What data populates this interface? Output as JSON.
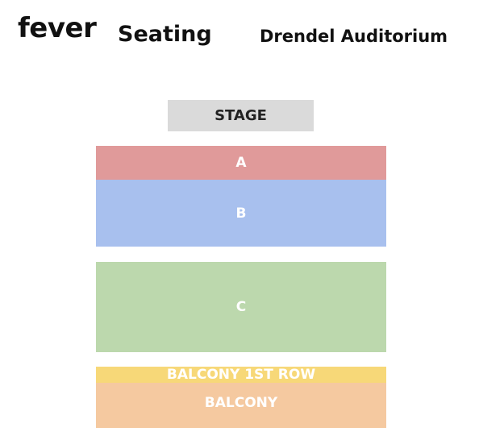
{
  "header": {
    "logo_text": "fever",
    "title": "Seating",
    "venue": "Drendel Auditorium"
  },
  "seat_map": {
    "stage_label": "STAGE",
    "sections": {
      "a": {
        "label": "A",
        "color": "#e09a9a"
      },
      "b": {
        "label": "B",
        "color": "#a8c0ee"
      },
      "c": {
        "label": "C",
        "color": "#bcd8ad"
      },
      "balcony_first_row": {
        "label": "BALCONY 1ST ROW",
        "color": "#f7d878"
      },
      "balcony": {
        "label": "BALCONY",
        "color": "#f5c9a0"
      }
    },
    "stage_color": "#dadada"
  }
}
